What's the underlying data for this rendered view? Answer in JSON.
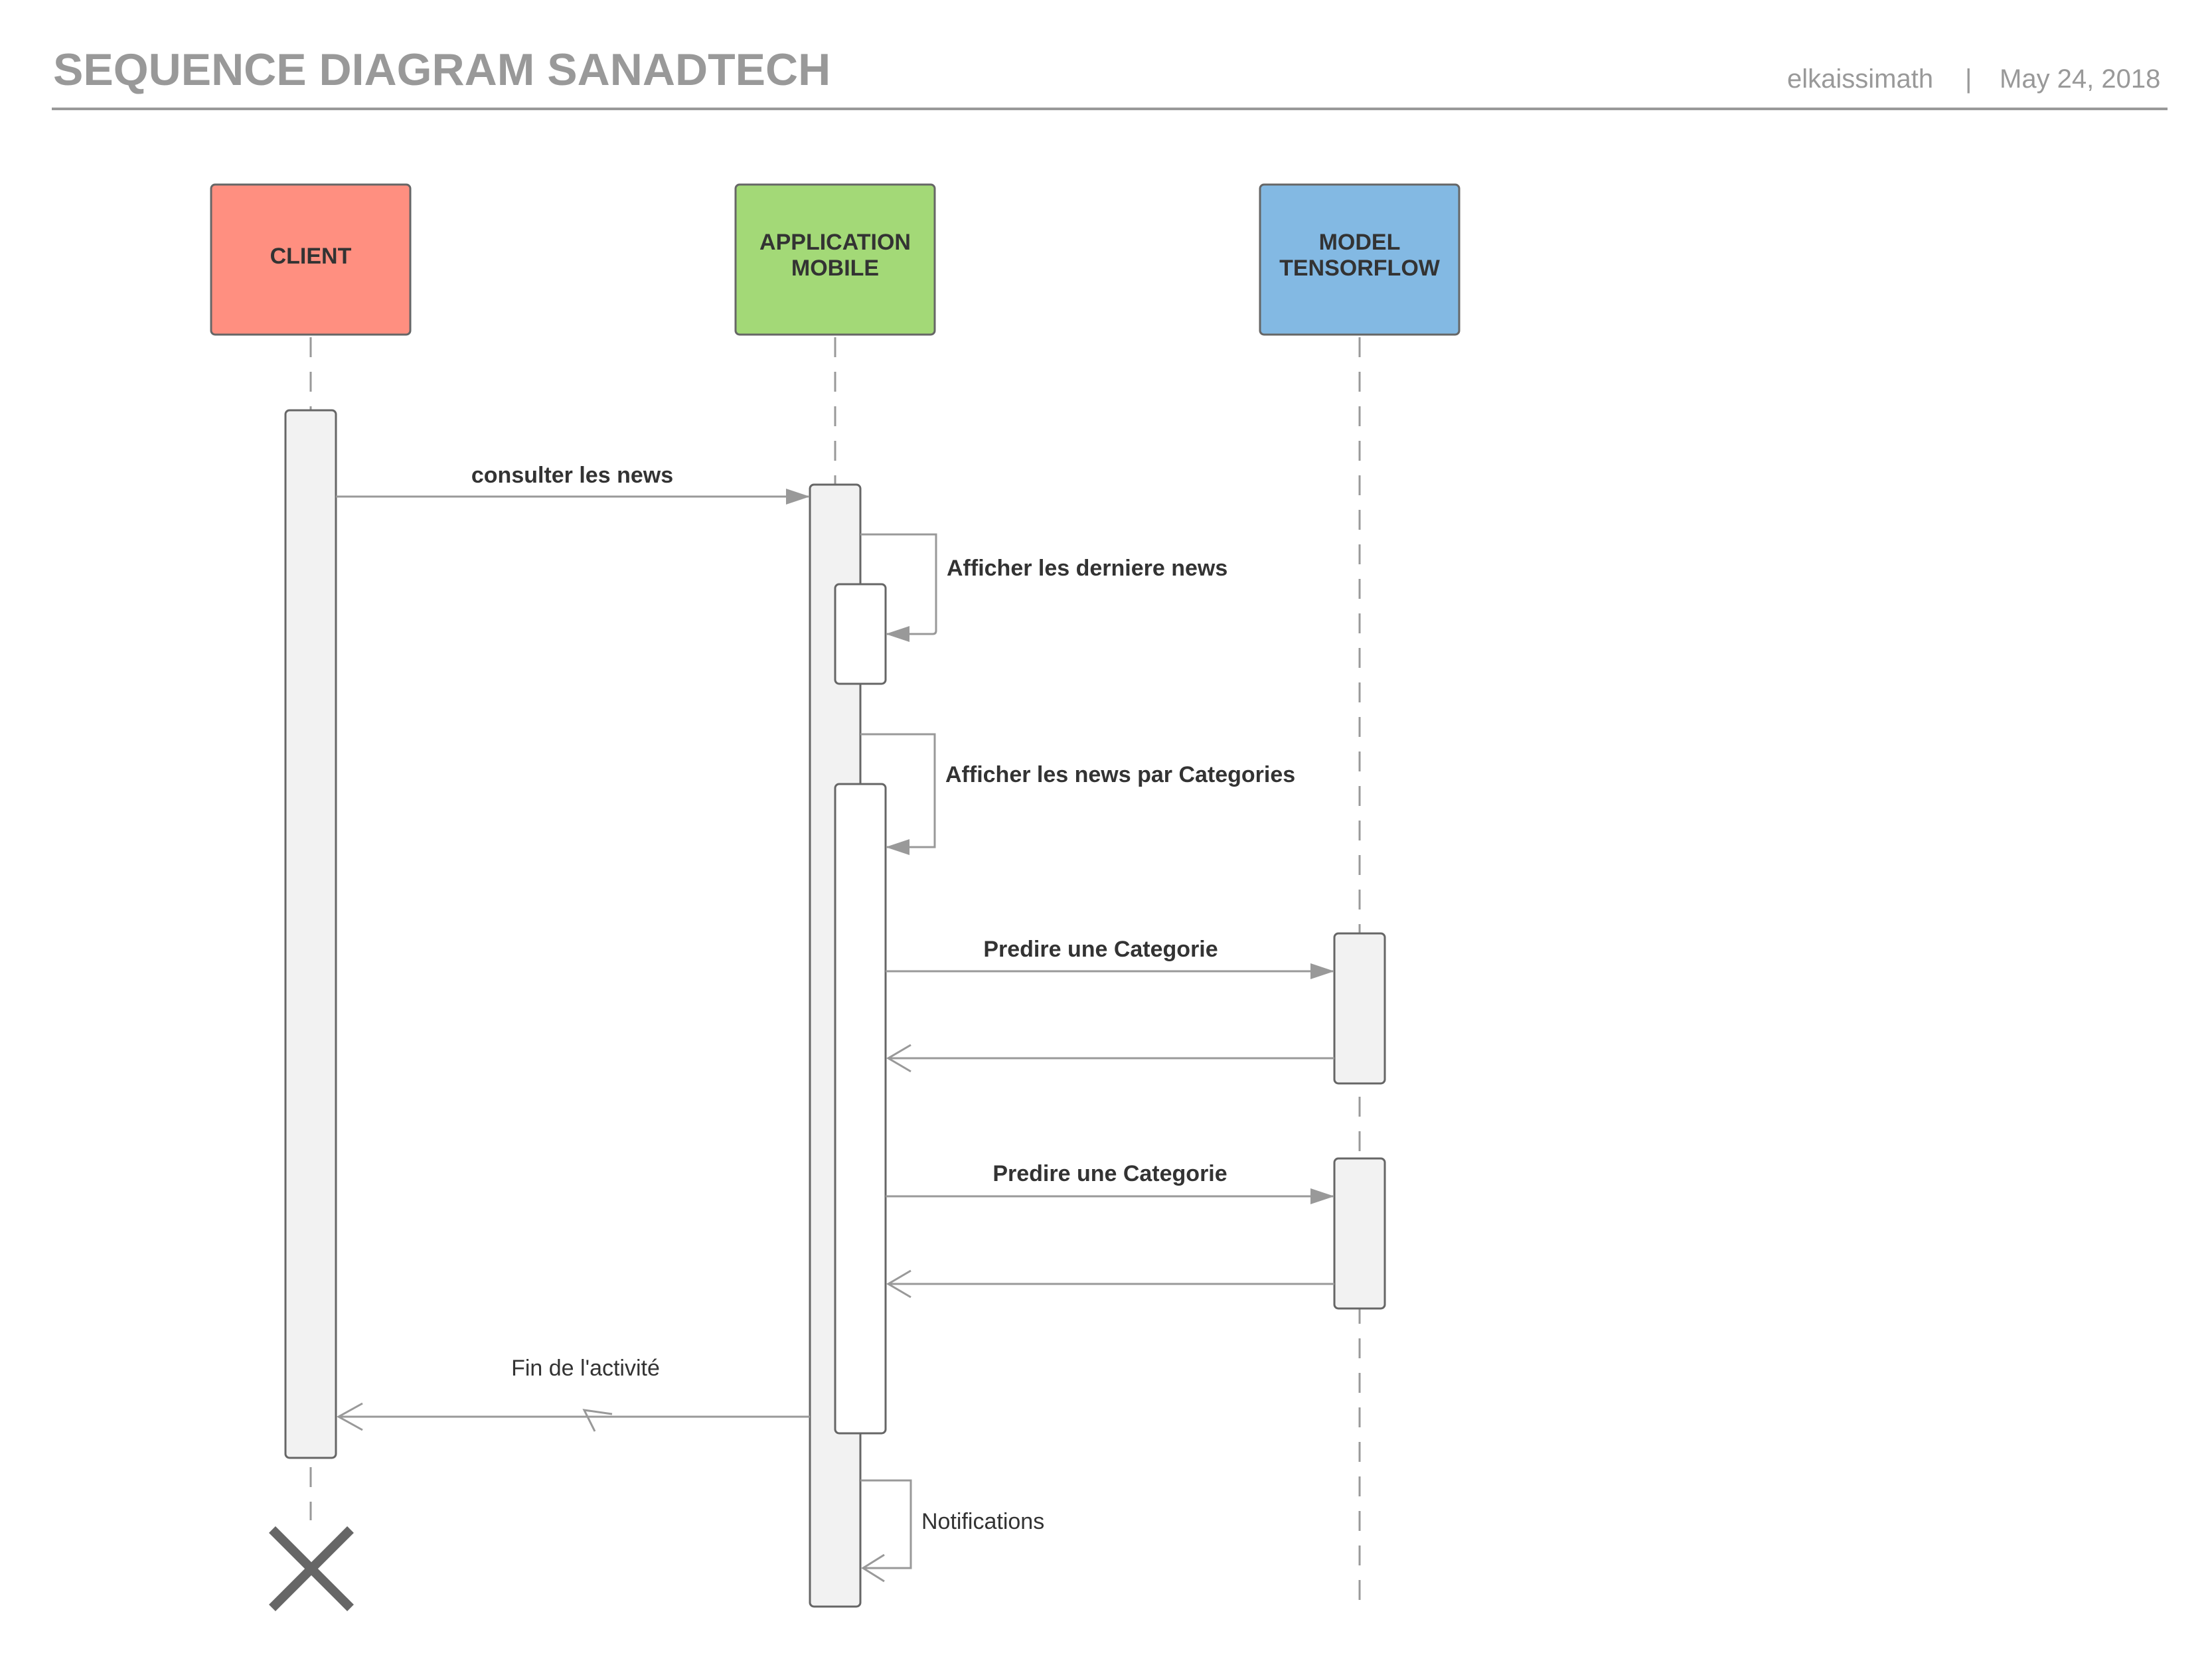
{
  "header": {
    "title": "SEQUENCE DIAGRAM SANADTECH",
    "author": "elkaissimath",
    "separator": "|",
    "date": "May 24, 2018"
  },
  "participants": [
    {
      "id": "client",
      "line1": "CLIENT",
      "line2": "",
      "color": "#ff8f80"
    },
    {
      "id": "app",
      "line1": "APPLICATION",
      "line2": "MOBILE",
      "color": "#a3d977"
    },
    {
      "id": "model",
      "line1": "MODEL",
      "line2": "TENSORFLOW",
      "color": "#83b9e3"
    }
  ],
  "messages": {
    "consult": "consulter les news",
    "self1": "Afficher les derniere news",
    "self2": "Afficher les news par Categories",
    "predict1": "Predire une Categorie",
    "predict2": "Predire une Categorie",
    "end": "Fin de l'activité",
    "notif": "Notifications"
  },
  "colors": {
    "line": "#999999",
    "box_stroke": "#666666",
    "activation_fill": "#f2f2f2",
    "destroy": "#666666"
  }
}
